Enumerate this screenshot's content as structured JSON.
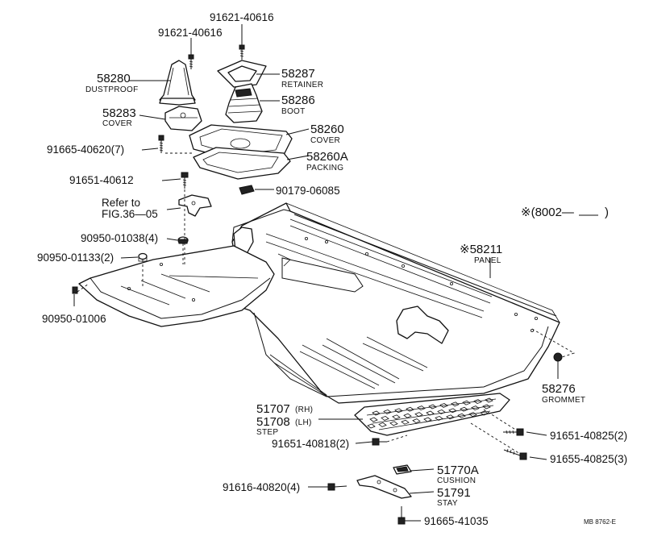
{
  "callouts": {
    "p91621_top": "91621-40616",
    "p91621_left": "91621-40616",
    "p58280": {
      "num": "58280",
      "name": "DUSTPROOF"
    },
    "p58287": {
      "num": "58287",
      "name": "RETAINER"
    },
    "p58286": {
      "num": "58286",
      "name": "BOOT"
    },
    "p58283": {
      "num": "58283",
      "name": "COVER"
    },
    "p58260": {
      "num": "58260",
      "name": "COVER"
    },
    "p58260A": {
      "num": "58260A",
      "name": "PACKING"
    },
    "p91665_40620": "91665-40620(7)",
    "p91651_40612": "91651-40612",
    "p90179": "90179-06085",
    "refer_line1": "Refer to",
    "refer_line2": "FIG.36—05",
    "serial_range": "※(8002—",
    "serial_close": ")",
    "p90950_01038": "90950-01038(4)",
    "p90950_01133": "90950-01133(2)",
    "p90950_01006": "90950-01006",
    "p58211": {
      "num": "※58211",
      "name": "PANEL"
    },
    "p58276": {
      "num": "58276",
      "name": "GROMMET"
    },
    "p51707": {
      "num": "51707",
      "suffix": "(RH)"
    },
    "p51708": {
      "num": "51708",
      "suffix": "(LH)",
      "name": "STEP"
    },
    "p91651_40818": "91651-40818(2)",
    "p91651_40825": "91651-40825(2)",
    "p91655_40825": "91655-40825(3)",
    "p51770A": {
      "num": "51770A",
      "name": "CUSHION"
    },
    "p91616_40820": "91616-40820(4)",
    "p51791": {
      "num": "51791",
      "name": "STAY"
    },
    "p91665_41035": "91665-41035",
    "code": "MB  8762-E"
  }
}
